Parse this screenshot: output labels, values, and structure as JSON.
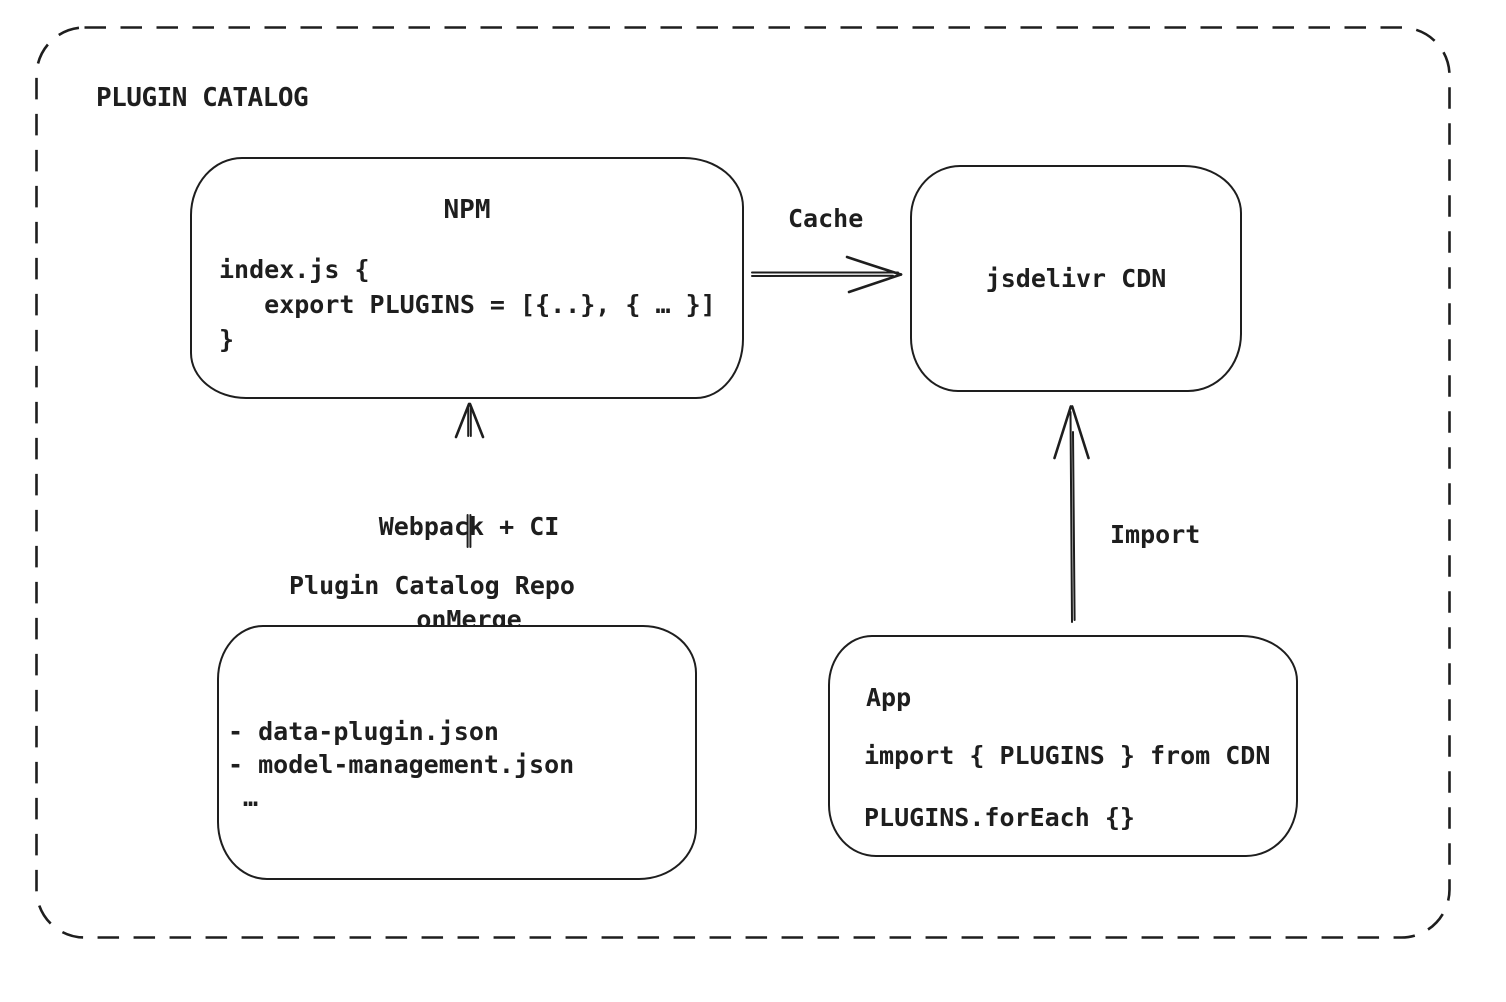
{
  "title": "PLUGIN CATALOG",
  "nodes": {
    "npm": {
      "title": "NPM",
      "code": [
        "index.js {",
        "   export PLUGINS = [{..}, { … }]",
        "}"
      ]
    },
    "cdn": {
      "label": "jsdelivr CDN"
    },
    "repo": {
      "heading": "Plugin Catalog Repo",
      "files": [
        "- data-plugin.json",
        "- model-management.json",
        " …"
      ]
    },
    "app": {
      "title": "App",
      "code": [
        "import { PLUGINS } from CDN",
        "PLUGINS.forEach {}"
      ]
    }
  },
  "edges": {
    "cache": {
      "label": "Cache"
    },
    "build": {
      "labels": [
        "Webpack + CI",
        "onMerge"
      ]
    },
    "import": {
      "label": "Import"
    }
  },
  "colors": {
    "ink": "#1e1e1e",
    "canvas": "#ffffff"
  }
}
